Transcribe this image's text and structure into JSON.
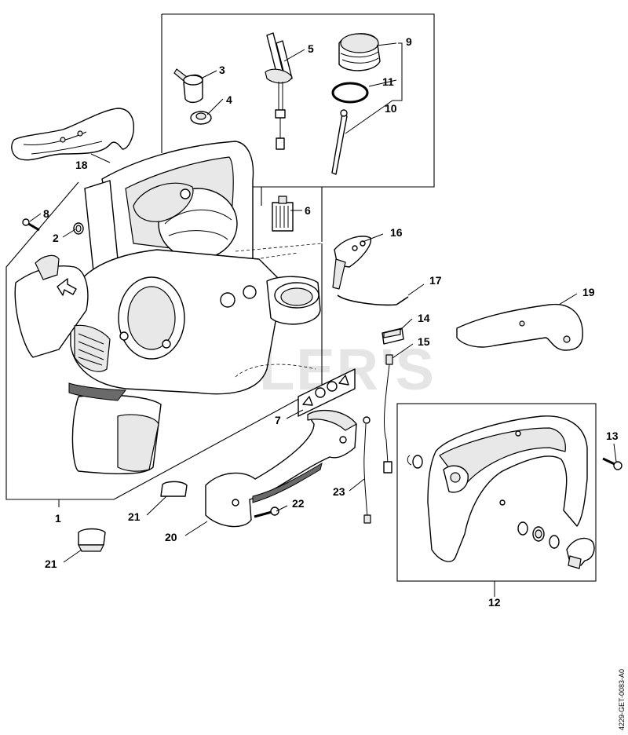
{
  "diagram": {
    "watermark": "CUTLER'S",
    "reference_code": "4229-GET-0083-A0",
    "callouts": [
      {
        "id": "c1",
        "label": "1"
      },
      {
        "id": "c2",
        "label": "2"
      },
      {
        "id": "c3",
        "label": "3"
      },
      {
        "id": "c4",
        "label": "4"
      },
      {
        "id": "c5",
        "label": "5"
      },
      {
        "id": "c6",
        "label": "6"
      },
      {
        "id": "c7",
        "label": "7"
      },
      {
        "id": "c8",
        "label": "8"
      },
      {
        "id": "c9",
        "label": "9"
      },
      {
        "id": "c10",
        "label": "10"
      },
      {
        "id": "c11",
        "label": "11"
      },
      {
        "id": "c12",
        "label": "12"
      },
      {
        "id": "c13",
        "label": "13"
      },
      {
        "id": "c14",
        "label": "14"
      },
      {
        "id": "c15",
        "label": "15"
      },
      {
        "id": "c16",
        "label": "16"
      },
      {
        "id": "c17",
        "label": "17"
      },
      {
        "id": "c18",
        "label": "18"
      },
      {
        "id": "c19",
        "label": "19"
      },
      {
        "id": "c20",
        "label": "20"
      },
      {
        "id": "c21a",
        "label": "21"
      },
      {
        "id": "c21b",
        "label": "21"
      },
      {
        "id": "c22",
        "label": "22"
      },
      {
        "id": "c23",
        "label": "23"
      }
    ]
  }
}
